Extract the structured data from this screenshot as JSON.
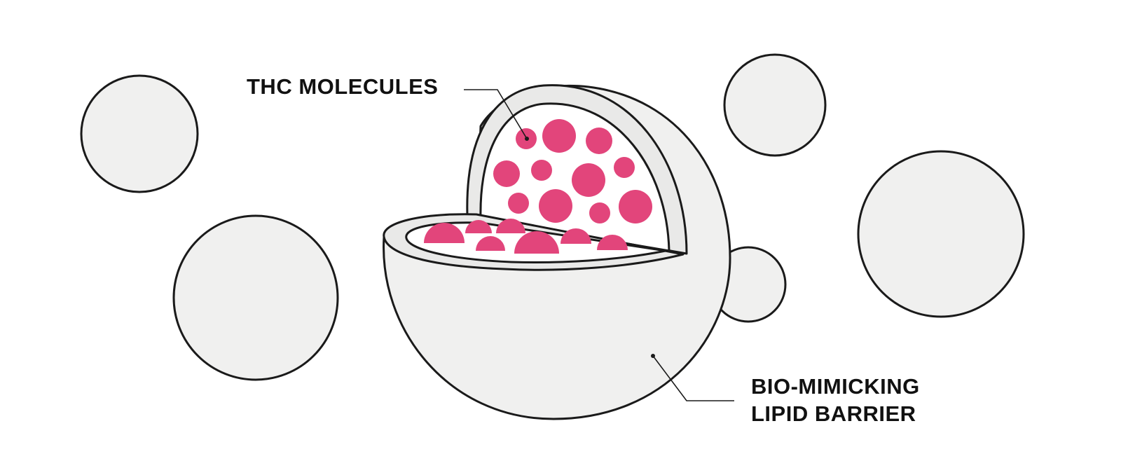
{
  "labels": {
    "thc_molecules": "THC MOLECULES",
    "barrier_line1": "BIO-MIMICKING",
    "barrier_line2": "LIPID BARRIER"
  },
  "colors": {
    "background": "#ffffff",
    "sphere_fill": "#f0f0ef",
    "outline": "#1a1a1a",
    "molecule": "#e2457b",
    "label_text": "#111111"
  },
  "icons": {
    "nanoparticle": "cutaway-sphere",
    "molecule": "pink-circle",
    "bubble": "grey-circle"
  }
}
